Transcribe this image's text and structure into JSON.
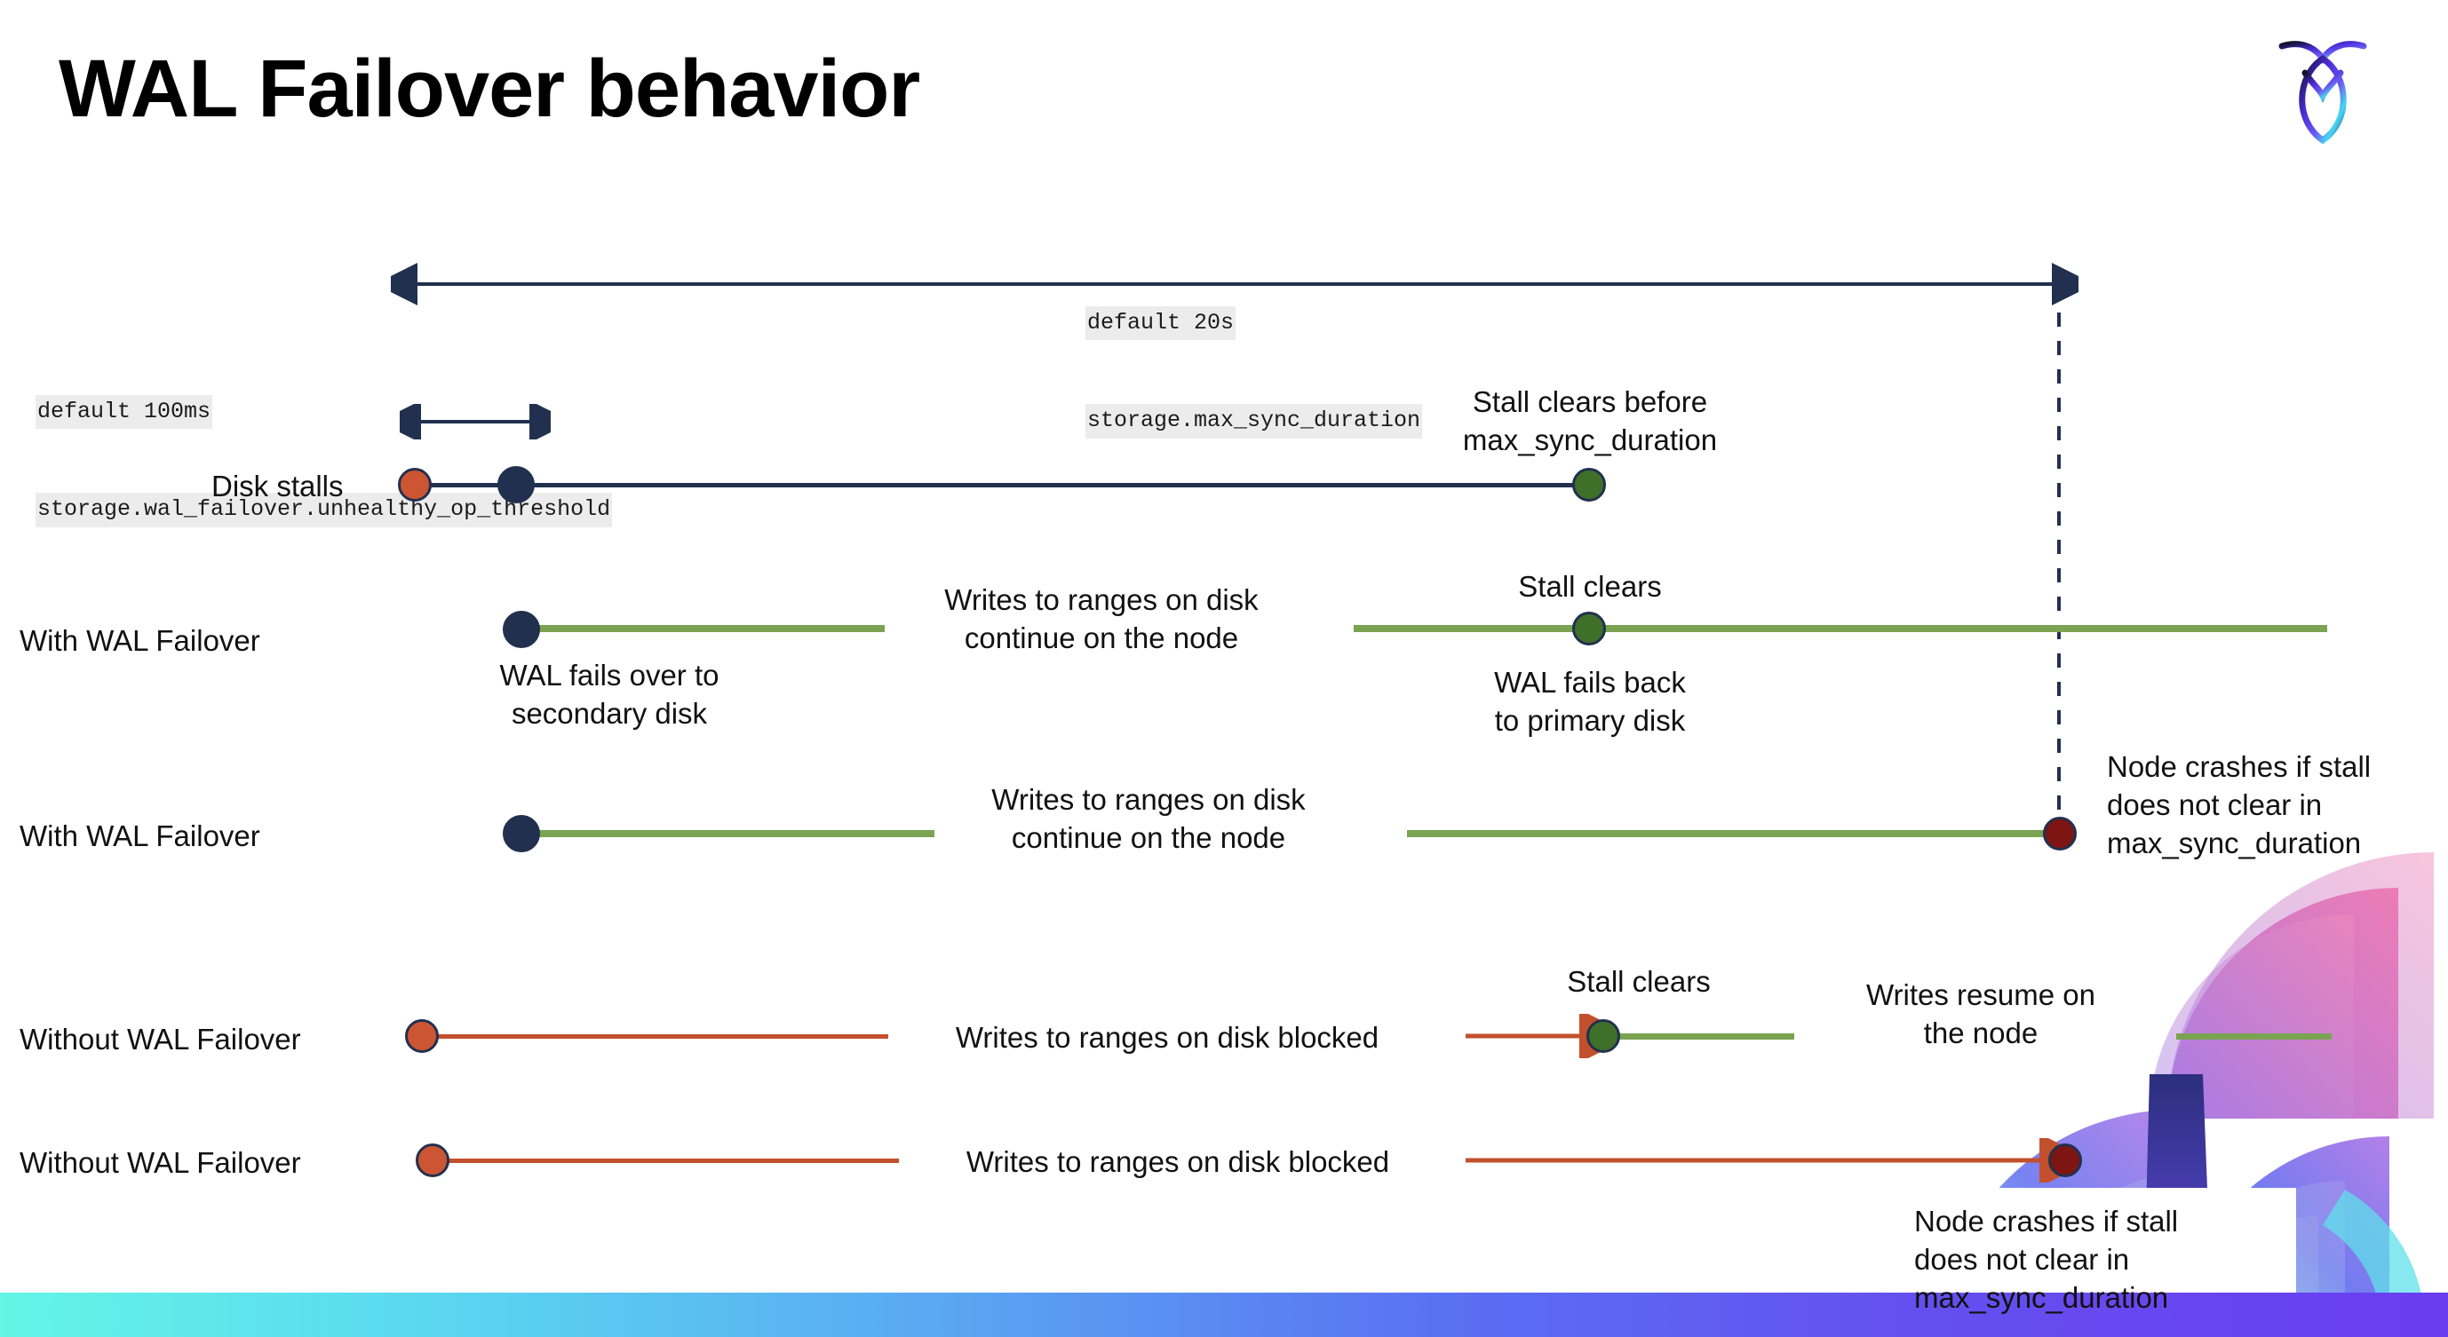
{
  "slide": {
    "title": "WAL Failover behavior",
    "logo_name": "cockroachdb-logo"
  },
  "annotations": {
    "max_sync": {
      "line1": "default 20s",
      "line2": "storage.max_sync_duration"
    },
    "unhealthy": {
      "line1": "default 100ms",
      "line2": "storage.wal_failover.unhealthy_op_threshold"
    },
    "stall_clears_before": "Stall clears before\nmax_sync_duration",
    "stall_clears_1": "Stall clears",
    "stall_clears_2": "Stall clears",
    "wal_fails_over": "WAL fails over to\nsecondary disk",
    "wal_fails_back": "WAL fails  back\nto primary disk",
    "writes_continue_1": "Writes to ranges on disk\ncontinue on the node",
    "writes_continue_2": "Writes to ranges on disk\ncontinue on the node",
    "writes_blocked_1": "Writes to ranges on disk  blocked",
    "writes_blocked_2": "Writes to ranges on disk  blocked",
    "writes_resume": "Writes resume on\nthe node",
    "node_crashes_1": "Node crashes if stall\ndoes not clear in\nmax_sync_duration",
    "node_crashes_2": "Node crashes if stall\ndoes not clear in\nmax_sync_duration"
  },
  "rows": [
    {
      "label": "Disk stalls"
    },
    {
      "label": "With WAL Failover"
    },
    {
      "label": "With WAL Failover"
    },
    {
      "label": "Without WAL Failover"
    },
    {
      "label": "Without WAL Failover"
    }
  ],
  "colors": {
    "navy": "#22304f",
    "green_line": "#7aa352",
    "green_dot": "#3f7029",
    "orange_dot": "#cc5533",
    "orange_line": "#c2502c",
    "dark_red_dot": "#7d1512",
    "code_bg": "#ececec",
    "bar_gradient_start": "#63f5e6",
    "bar_gradient_end": "#6a3df0"
  }
}
